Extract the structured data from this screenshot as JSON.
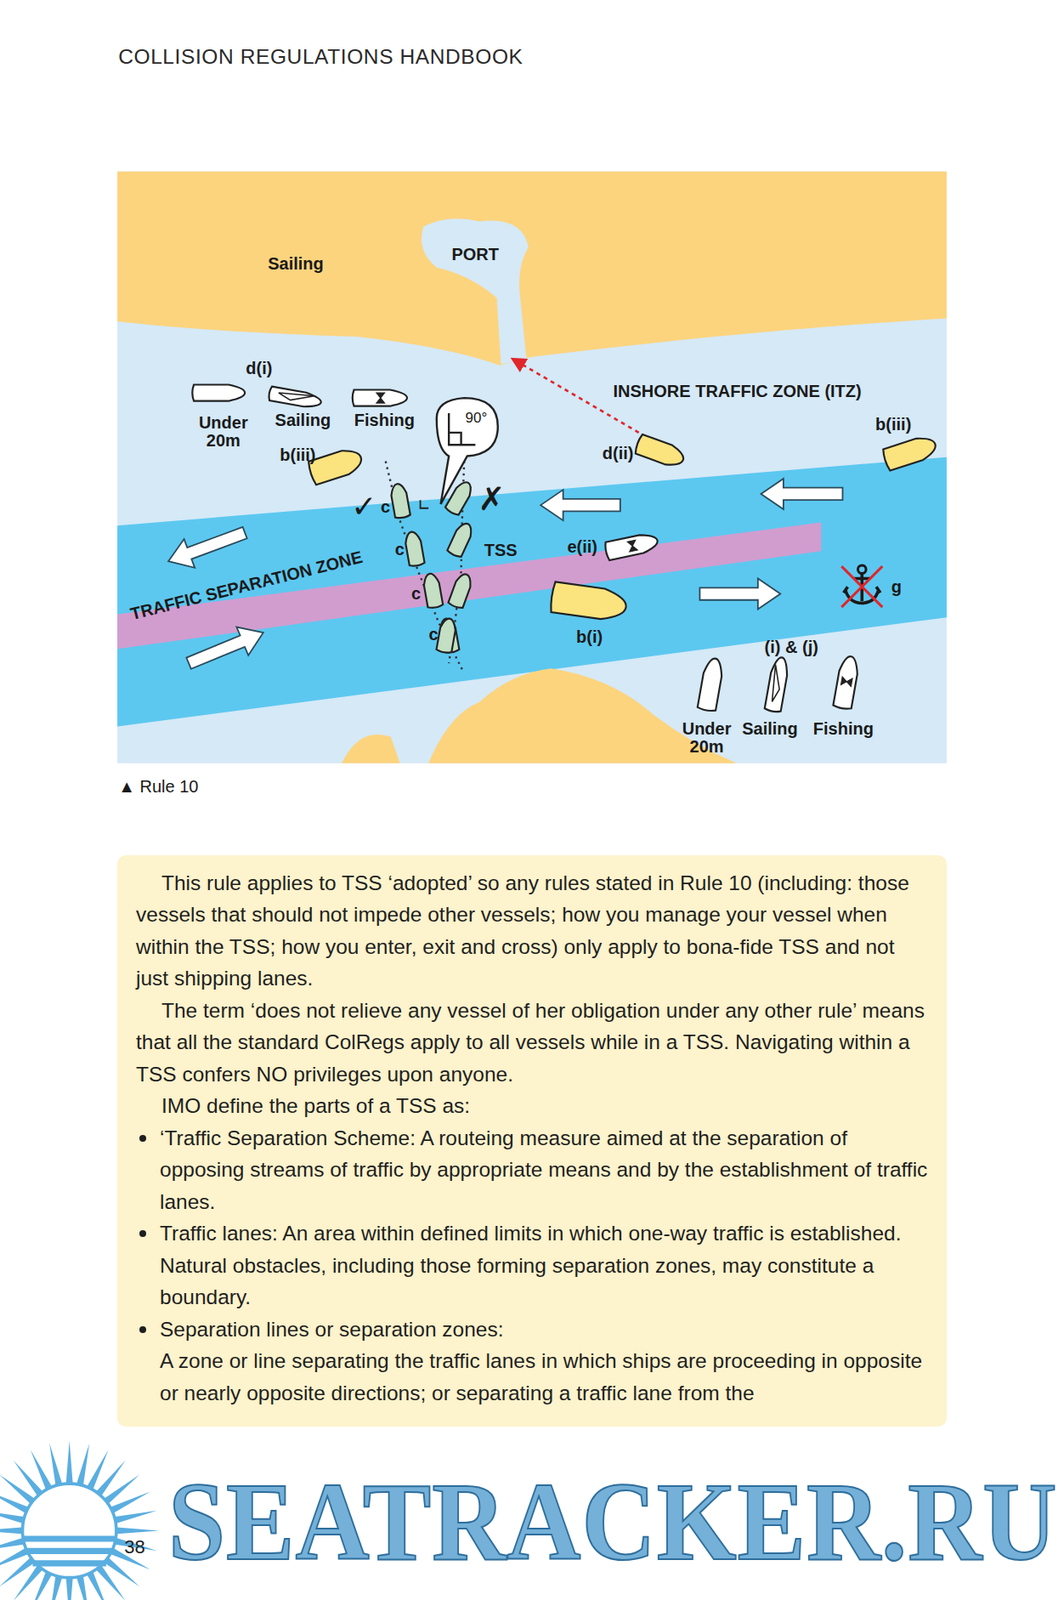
{
  "diagram": {
    "caption": "▲ Rule 10",
    "nodes": [
      {
        "text": [
          "This rule applies to TSS ‘adopted’ so any rules stated in Rule 10 (including: those vessels that should not impede other vessels; how you manage your vessel when within the TSS; how you enter, exit and cross) only apply to bona-fide TSS and not just shipping lanes.",
          "The term ‘does not relieve any vessel of her obligation under any other rule’ means that all the standard ColRegs apply to all vessels while in a TSS. Navigating within a TSS confers NO privileges upon anyone.",
          "IMO define the parts of a TSS as:",
          "‘Traffic Separation Scheme: A routeing measure aimed at the separation of opposing streams of traffic by appropriate means and by the establishment of traffic lanes.",
          "Traffic lanes: An area within defined limits in which one-way traffic is established. Natural obstacles, including those forming separation zones, may constitute a boundary.",
          "Separation lines or separation zones:",
          "A zone or line separating the traffic lanes in which ships are proceeding in opposite or nearly opposite directions; or separating a traffic lane from the"
        ]
      }
    ],
    "labels": [
      "COLLISION REGULATIONS HANDBOOK",
      "Sailing",
      "PORT",
      "INSHORE TRAFFIC ZONE (ITZ)",
      "d(i)",
      "Under 20m",
      "Sailing",
      "Fishing",
      "b(iii)",
      "90°",
      "d(ii)",
      "b(iii)",
      "✓",
      "c",
      "✗",
      "c",
      "TSS",
      "e(ii)",
      "TRAFFIC SEPARATION ZONE",
      "c",
      "c",
      "g",
      "b(i)",
      "(i) & (j)",
      "Under 20m",
      "Sailing",
      "Fishing",
      "38",
      "SEATRACKER.RU"
    ]
  }
}
